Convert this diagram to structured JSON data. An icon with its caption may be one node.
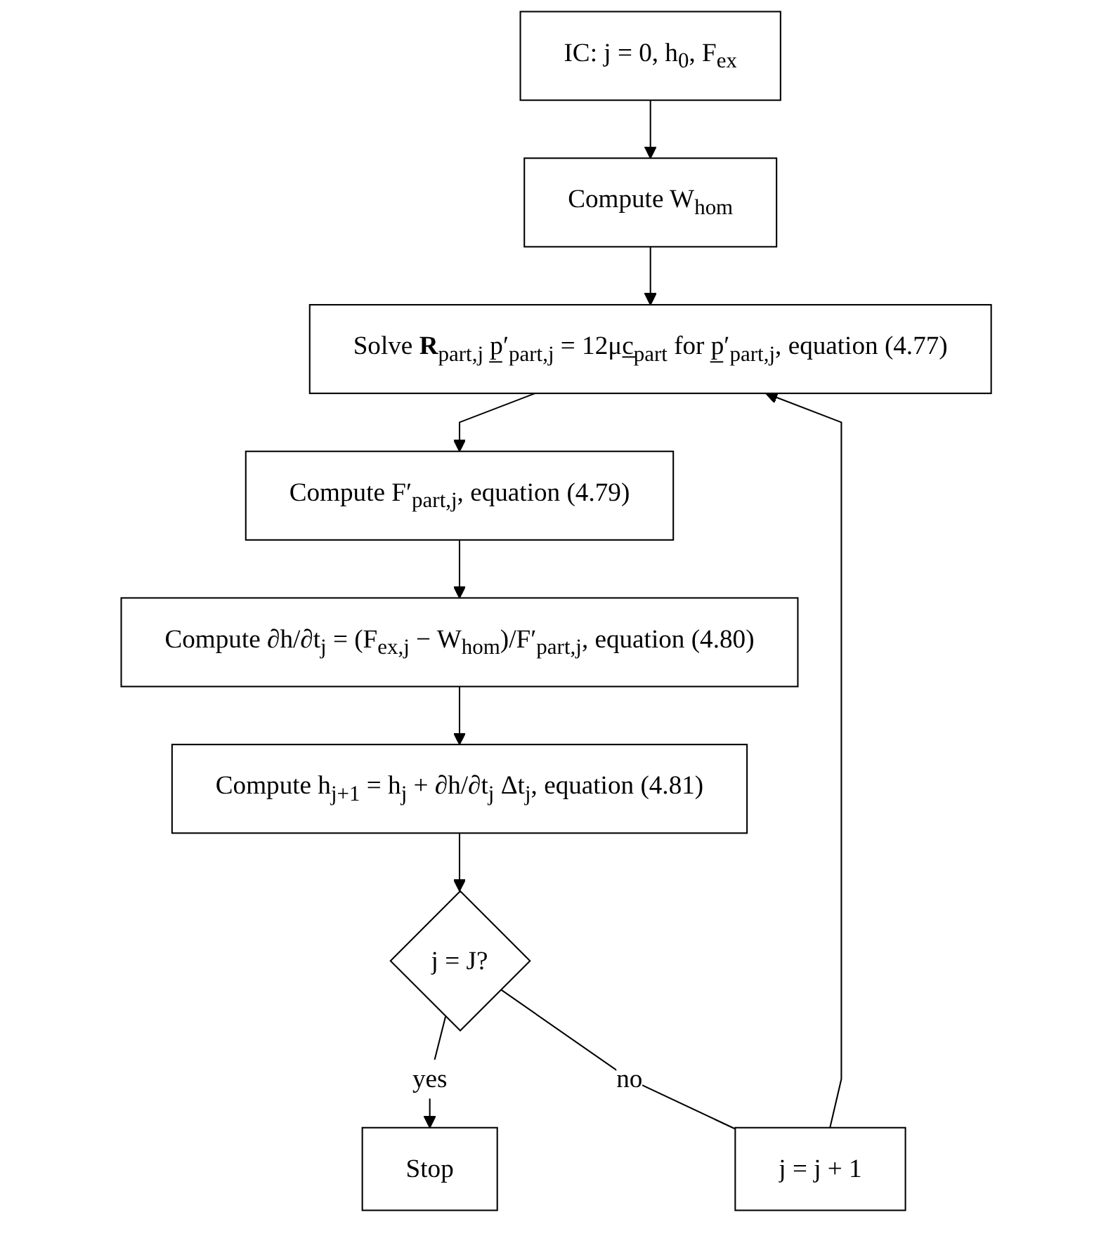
{
  "diagram": {
    "nodes": [
      {
        "text": [
          "IC: j = 0, h$_{0}$, F$_{ex}$"
        ]
      },
      {
        "text": [
          "Compute W$_{hom}$"
        ]
      },
      {
        "text": [
          "Solve **R**$_{part,j}$ p̲′$_{part,j}$ = 12μc̲$_{part}$ for p̲′$_{part,j}$, equation (4.77)"
        ]
      },
      {
        "text": [
          "Compute F′$_{part,j}$, equation (4.79)"
        ]
      },
      {
        "text": [
          "Compute ∂h/∂t$_{j}$ = (F$_{ex,j}$ − W$_{hom}$)/F′$_{part,j}$, equation (4.80)"
        ]
      },
      {
        "text": [
          "Compute h$_{j+1}$ = h$_{j}$ + ∂h/∂t$_{j}$ Δt$_{j}$, equation (4.81)"
        ]
      },
      {
        "text": [
          "j = J?"
        ]
      },
      {
        "text": [
          "Stop"
        ]
      },
      {
        "text": [
          "j = j + 1"
        ]
      }
    ],
    "edges": [
      {
        "from": 0,
        "to": 1,
        "arrow": "to"
      },
      {
        "from": 1,
        "to": 2,
        "arrow": "to"
      },
      {
        "from": 2,
        "to": 3,
        "arrow": "to"
      },
      {
        "from": 3,
        "to": 4,
        "arrow": "to"
      },
      {
        "from": 4,
        "to": 5,
        "arrow": "to"
      },
      {
        "from": 5,
        "to": 6,
        "arrow": "to"
      },
      {
        "from": 6,
        "to": 7,
        "arrow": "to",
        "label": "yes"
      },
      {
        "from": 6,
        "to": 8,
        "arrow": "none",
        "label": "no"
      },
      {
        "from": 8,
        "to": 2,
        "arrow": "to"
      }
    ]
  }
}
